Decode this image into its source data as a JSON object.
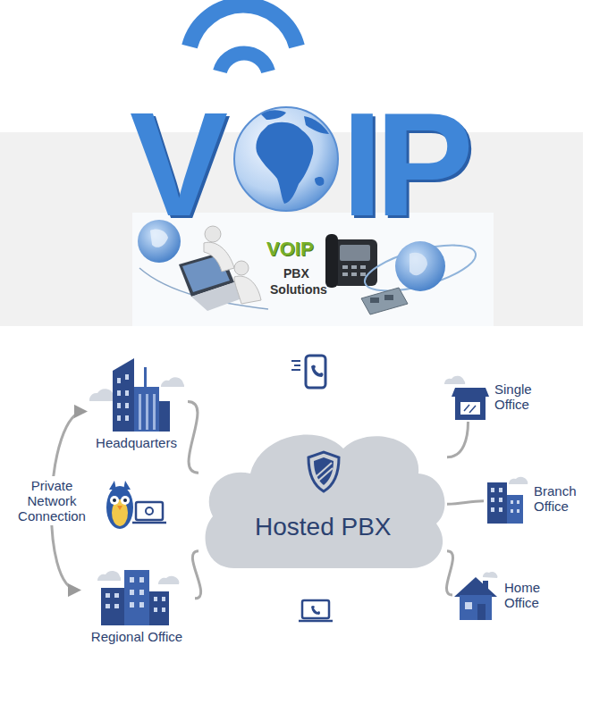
{
  "diagram": {
    "nodes": [
      {
        "text": [
          "Headquarters"
        ]
      },
      {
        "text": [
          "Single Office"
        ]
      },
      {
        "text": [
          "Hosted PBX"
        ]
      },
      {
        "text": [
          "Branch Office"
        ]
      },
      {
        "text": [
          "Regional Office"
        ]
      },
      {
        "text": [
          "Home Office"
        ]
      }
    ],
    "edges": [
      {
        "from": 0,
        "to": 4,
        "arrow": "both",
        "label": "Private Network Connection"
      },
      {
        "from": 0,
        "to": 2,
        "arrow": "none"
      },
      {
        "from": 4,
        "to": 2,
        "arrow": "none"
      },
      {
        "from": 2,
        "to": 1,
        "arrow": "none"
      },
      {
        "from": 2,
        "to": 3,
        "arrow": "none"
      },
      {
        "from": 2,
        "to": 5,
        "arrow": "none"
      }
    ],
    "labels": [
      "V",
      "IP",
      "VOIP",
      "PBX",
      "Solutions"
    ]
  }
}
